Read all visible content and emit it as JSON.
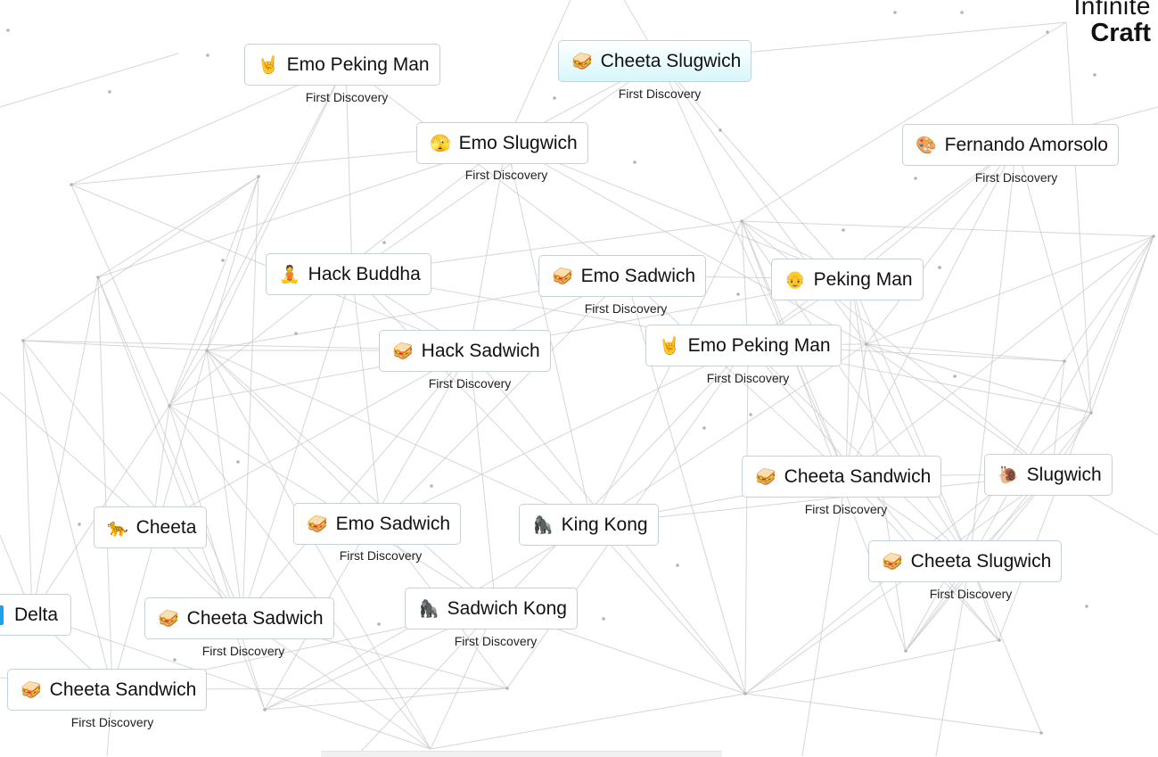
{
  "logo": {
    "line1": "Infinite",
    "line2": "Craft"
  },
  "elements": [
    {
      "id": "emo-peking-man-top",
      "icon": "🤘",
      "icon_name": "rock-on-hand-icon",
      "label": "Emo Peking Man",
      "badge": "First Discovery"
    },
    {
      "id": "cheeta-slugwich-top",
      "icon": "🥪",
      "icon_name": "sandwich-icon",
      "label": "Cheeta Slugwich",
      "badge": "First Discovery"
    },
    {
      "id": "emo-slugwich",
      "icon": "🫣",
      "icon_name": "peeking-face-icon",
      "label": "Emo Slugwich",
      "badge": "First Discovery"
    },
    {
      "id": "fernando-amorsolo",
      "icon": "🎨",
      "icon_name": "palette-icon",
      "label": "Fernando Amorsolo",
      "badge": "First Discovery"
    },
    {
      "id": "hack-buddha",
      "icon": "🧘",
      "icon_name": "meditating-person-icon",
      "label": "Hack Buddha",
      "badge": ""
    },
    {
      "id": "emo-sadwich-mid",
      "icon": "🥪",
      "icon_name": "sandwich-icon",
      "label": "Emo Sadwich",
      "badge": "First Discovery"
    },
    {
      "id": "peking-man",
      "icon": "👴",
      "icon_name": "old-man-icon",
      "label": "Peking Man",
      "badge": ""
    },
    {
      "id": "hack-sadwich",
      "icon": "🥪",
      "icon_name": "sandwich-icon",
      "label": "Hack Sadwich",
      "badge": "First Discovery"
    },
    {
      "id": "emo-peking-man-mid",
      "icon": "🤘",
      "icon_name": "rock-on-hand-icon",
      "label": "Emo Peking Man",
      "badge": "First Discovery"
    },
    {
      "id": "cheeta-sandwich-right",
      "icon": "🥪",
      "icon_name": "sandwich-icon",
      "label": "Cheeta Sandwich",
      "badge": "First Discovery"
    },
    {
      "id": "slugwich",
      "icon": "🐌",
      "icon_name": "snail-icon",
      "label": "Slugwich",
      "badge": ""
    },
    {
      "id": "cheeta",
      "icon": "🐆",
      "icon_name": "leopard-icon",
      "label": "Cheeta",
      "badge": ""
    },
    {
      "id": "emo-sadwich-low",
      "icon": "🥪",
      "icon_name": "sandwich-icon",
      "label": "Emo Sadwich",
      "badge": "First Discovery"
    },
    {
      "id": "king-kong",
      "icon": "🦍",
      "icon_name": "gorilla-icon",
      "label": "King Kong",
      "badge": ""
    },
    {
      "id": "cheeta-slugwich-right",
      "icon": "🥪",
      "icon_name": "sandwich-icon",
      "label": "Cheeta Slugwich",
      "badge": "First Discovery"
    },
    {
      "id": "delta",
      "icon": "",
      "icon_name": "blue-square-icon",
      "label": "Delta",
      "badge": ""
    },
    {
      "id": "cheeta-sadwich",
      "icon": "🥪",
      "icon_name": "sandwich-icon",
      "label": "Cheeta Sadwich",
      "badge": "First Discovery"
    },
    {
      "id": "sadwich-kong",
      "icon": "🦍",
      "icon_name": "gorilla-icon",
      "label": "Sadwich Kong",
      "badge": "First Discovery"
    },
    {
      "id": "cheeta-sandwich-left",
      "icon": "🥪",
      "icon_name": "sandwich-icon",
      "label": "Cheeta Sandwich",
      "badge": "First Discovery"
    }
  ]
}
